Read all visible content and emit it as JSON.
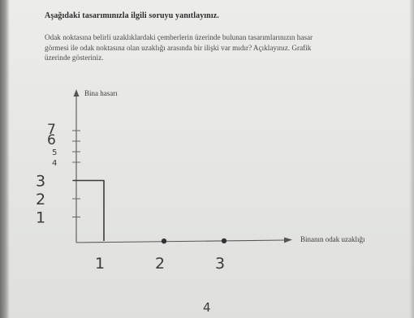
{
  "heading": "Aşağıdaki tasarımınızla ilgili soruyu yanıtlayınız.",
  "question_lines": [
    "Odak noktasına belirli uzaklıklardaki çemberlerin üzerinde bulunan tasarımlarınızın hasar",
    "görmesi ile odak noktasına olan uzaklığı arasında bir ilişki var mıdır? Açıklayınız. Grafik",
    "üzerinde gösteriniz."
  ],
  "chart_data": {
    "type": "line",
    "ylabel": "Bina hasarı",
    "xlabel": "Binanın odak uzaklığı",
    "y_tick_labels": [
      "1",
      "2",
      "3",
      "4",
      "5",
      "6",
      "7"
    ],
    "x_tick_labels": [
      "1",
      "2",
      "3"
    ],
    "series": [
      {
        "x": [
          0,
          1,
          1
        ],
        "y": [
          3,
          3,
          0
        ]
      }
    ],
    "points": [
      {
        "x": 2,
        "y": 0
      },
      {
        "x": 3,
        "y": 0
      }
    ]
  },
  "page_number": "4"
}
